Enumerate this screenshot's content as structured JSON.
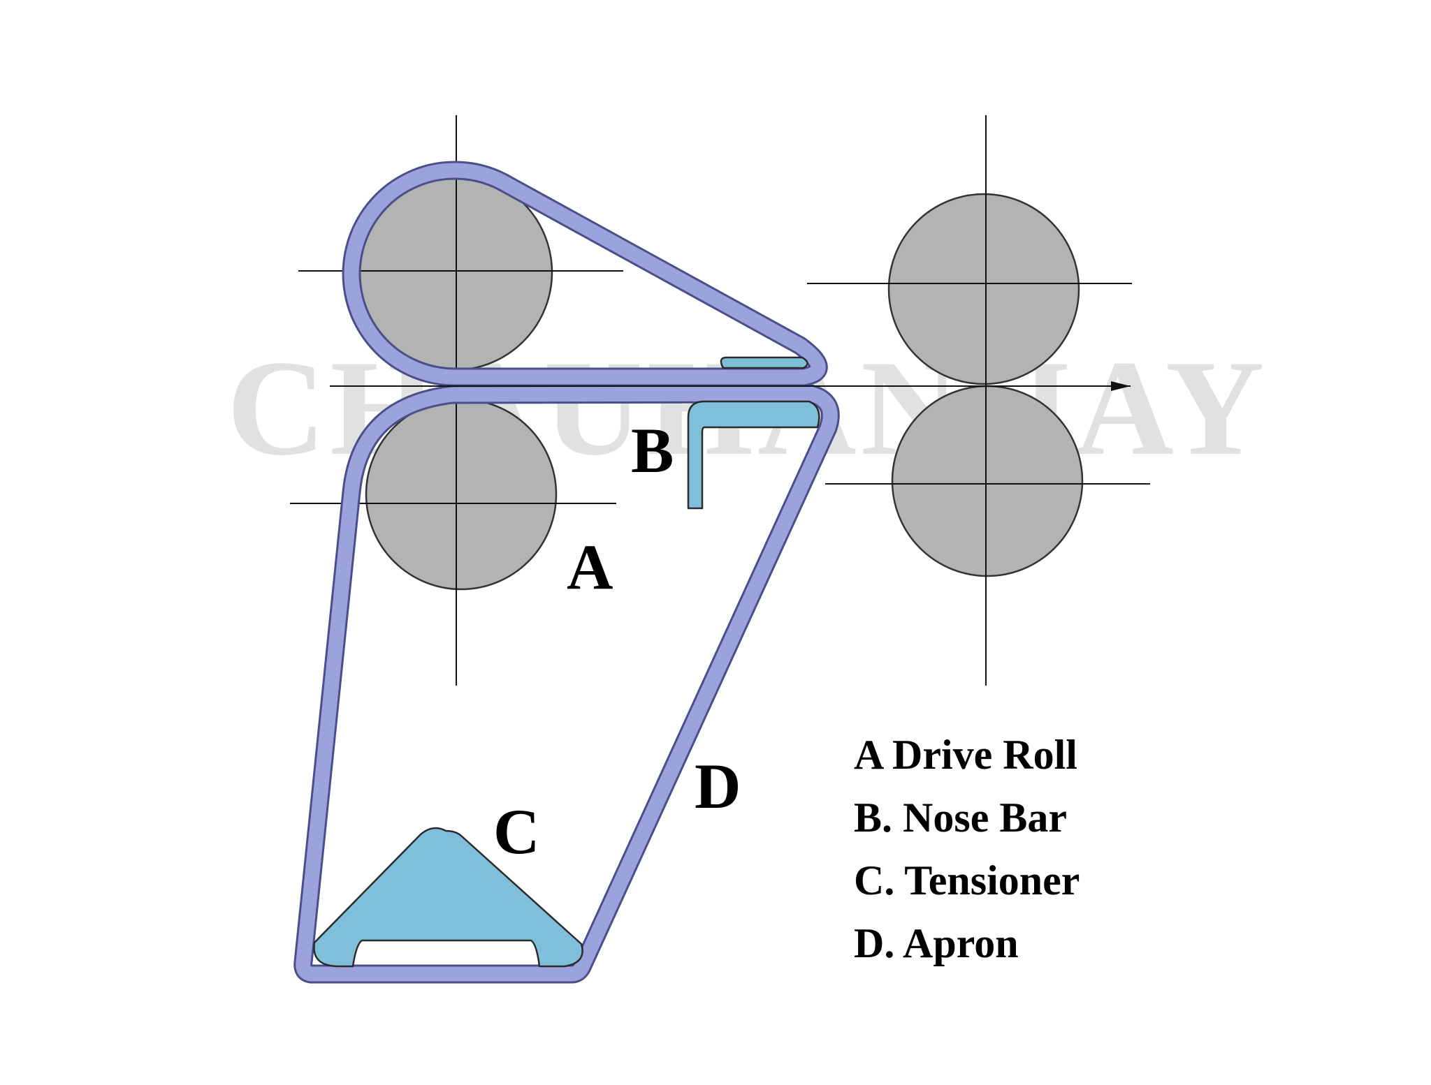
{
  "watermark": "CHAUHAN JAY",
  "labels": {
    "a": "A",
    "b": "B",
    "c": "C",
    "d": "D"
  },
  "legend": [
    "A Drive Roll",
    "B. Nose Bar",
    "C. Tensioner",
    "D. Apron"
  ],
  "colors": {
    "apron": "#9aa3dc",
    "nose_bar": "#7fbfd9",
    "tensioner": "#7fbfd9",
    "roll": "#b3b3b3"
  }
}
